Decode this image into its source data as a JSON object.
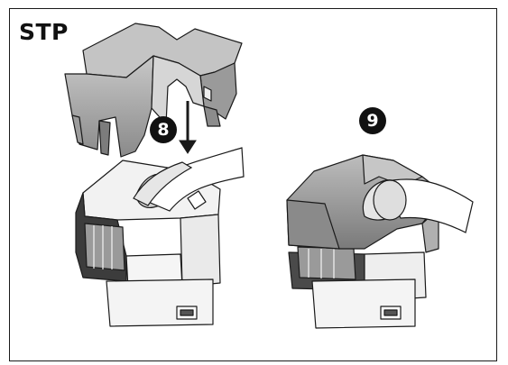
{
  "figure": {
    "title": "STP",
    "steps": [
      {
        "number": "8"
      },
      {
        "number": "9"
      }
    ]
  },
  "colors": {
    "line": "#1a1a1a",
    "cap_light": "#b4b4b4",
    "cap_dark": "#808080",
    "cable": "#ffffff",
    "housing": "#d9d9d9",
    "housing_dark": "#4a4a4a",
    "terminal_gray": "#9a9a9a"
  },
  "icons": [
    "shield-cap",
    "down-arrow",
    "connector-body",
    "cable",
    "shielded-connector-assembled"
  ]
}
